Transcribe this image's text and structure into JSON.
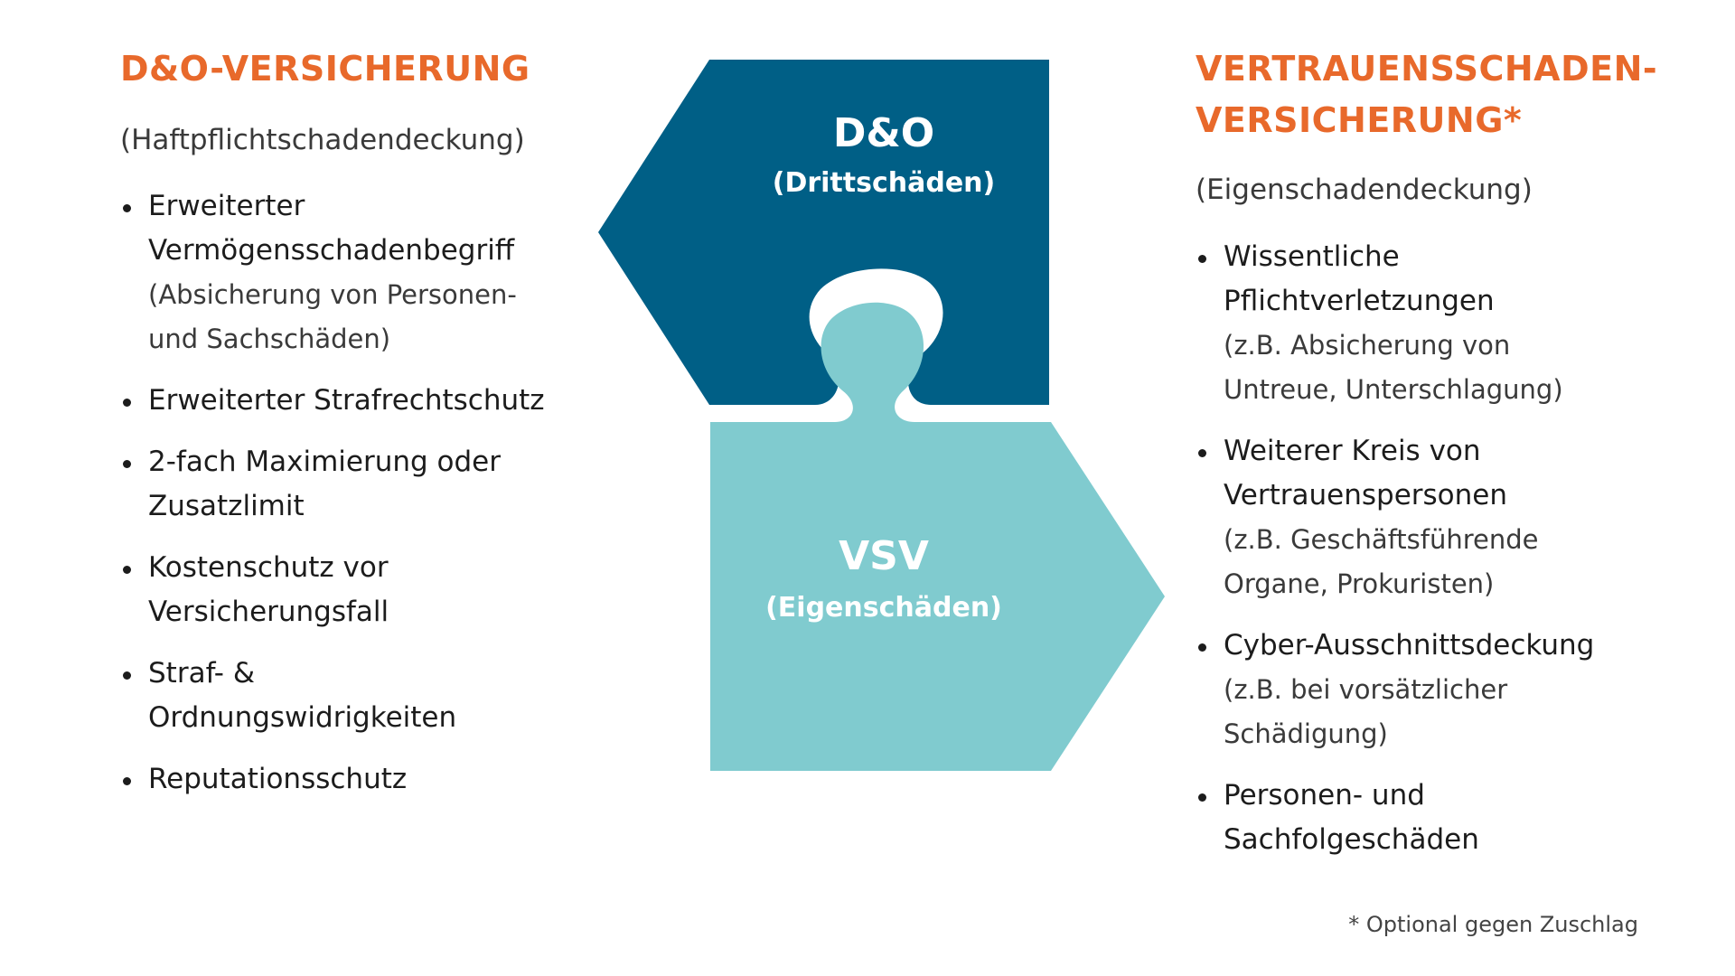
{
  "colors": {
    "accent": "#e8692b",
    "dark_teal": "#005f86",
    "light_teal": "#80cbcf",
    "text": "#1c1c1c"
  },
  "left": {
    "title": "D&O-VERSICHERUNG",
    "subtitle": "(Haftpflichtschadendeckung)",
    "items": [
      {
        "main": "Erweiterter\nVermögensschadenbegriff",
        "detail": "(Absicherung von Personen-\nund Sachschäden)"
      },
      {
        "main": "Erweiterter Strafrechtschutz",
        "detail": ""
      },
      {
        "main": "2-fach Maximierung oder\nZusatzlimit",
        "detail": ""
      },
      {
        "main": "Kostenschutz vor\nVersicherungsfall",
        "detail": ""
      },
      {
        "main": "Straf- &\nOrdnungswidrigkeiten",
        "detail": ""
      },
      {
        "main": "Reputationsschutz",
        "detail": ""
      }
    ]
  },
  "center": {
    "top_piece": {
      "label": "D&O",
      "sublabel": "(Drittschäden)"
    },
    "bottom_piece": {
      "label": "VSV",
      "sublabel": "(Eigenschäden)"
    }
  },
  "right": {
    "title": "VERTRAUENSSCHADEN-\nVERSICHERUNG*",
    "subtitle": "(Eigenschadendeckung)",
    "items": [
      {
        "main": "Wissentliche\nPflichtverletzungen",
        "detail": "(z.B. Absicherung von\nUntreue, Unterschlagung)"
      },
      {
        "main": "Weiterer Kreis von\nVertrauenspersonen",
        "detail": "(z.B. Geschäftsführende\nOrgane, Prokuristen)"
      },
      {
        "main": "Cyber-Ausschnittsdeckung",
        "detail": "(z.B. bei vorsätzlicher\nSchädigung)"
      },
      {
        "main": "Personen- und\nSachfolgeschäden",
        "detail": ""
      }
    ]
  },
  "footnote": "* Optional gegen Zuschlag"
}
